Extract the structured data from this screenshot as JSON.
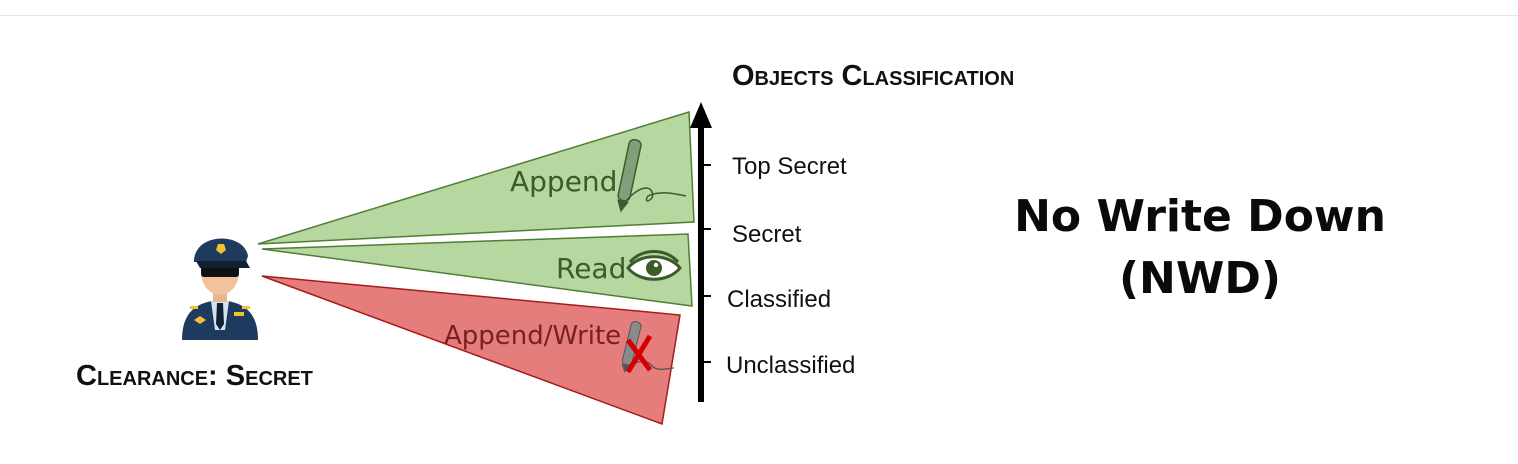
{
  "axis_title": "Objects Classification",
  "levels": [
    "Top Secret",
    "Secret",
    "Classified",
    "Unclassified"
  ],
  "actions": {
    "append": "Append",
    "read": "Read",
    "append_write": "Append/Write"
  },
  "subject_label": "Clearance:  Secret",
  "policy": {
    "line1": "No Write Down",
    "line2": "(NWD)"
  },
  "colors": {
    "allowed_fill": "#a9d08e",
    "allowed_stroke": "#507e32",
    "denied_fill": "#e06666",
    "denied_stroke": "#a61c1c"
  },
  "icons": [
    "officer-icon",
    "pen-icon",
    "eye-icon",
    "pen-crossed-icon"
  ]
}
